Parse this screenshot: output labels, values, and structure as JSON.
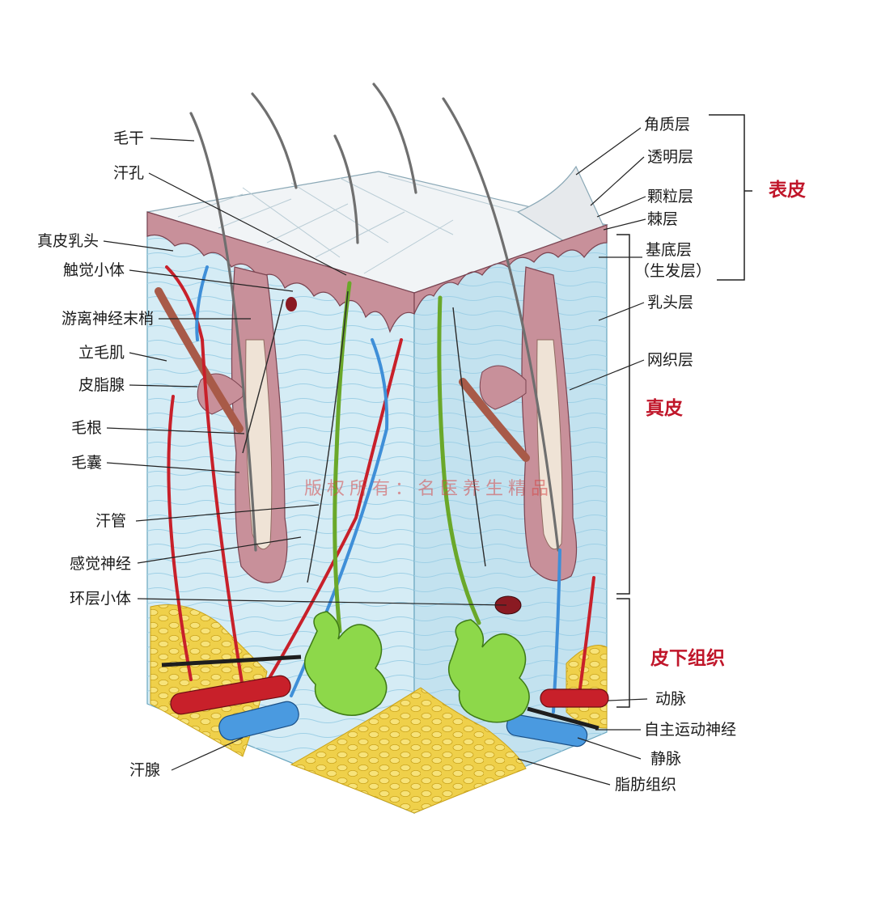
{
  "diagram": {
    "left_labels": [
      "毛干",
      "汗孔",
      "真皮乳头",
      "触觉小体",
      "游离神经末梢",
      "立毛肌",
      "皮脂腺",
      "毛根",
      "毛囊",
      "汗管",
      "感觉神经",
      "环层小体",
      "汗腺"
    ],
    "right_labels": [
      "角质层",
      "透明层",
      "颗粒层",
      "棘层",
      "基底层",
      "（生发层）",
      "乳头层",
      "网织层",
      "动脉",
      "自主运动神经",
      "静脉",
      "脂肪组织"
    ],
    "groups": {
      "epidermis": "表皮",
      "dermis": "真皮",
      "subcutaneous": "皮下组织"
    },
    "watermark": "版权所有：名医养生精品"
  },
  "colors": {
    "dermis": "#d5ecf5",
    "dermis_side": "#c3e2ef",
    "epidermis_top": "#f1f4f6",
    "epidermis_pink": "#c8909a",
    "fat": "#f0d24a",
    "artery": "#c8202a",
    "vein": "#3f8fd8",
    "sweat_gland": "#8dd84a",
    "group_label": "#c0162a"
  }
}
